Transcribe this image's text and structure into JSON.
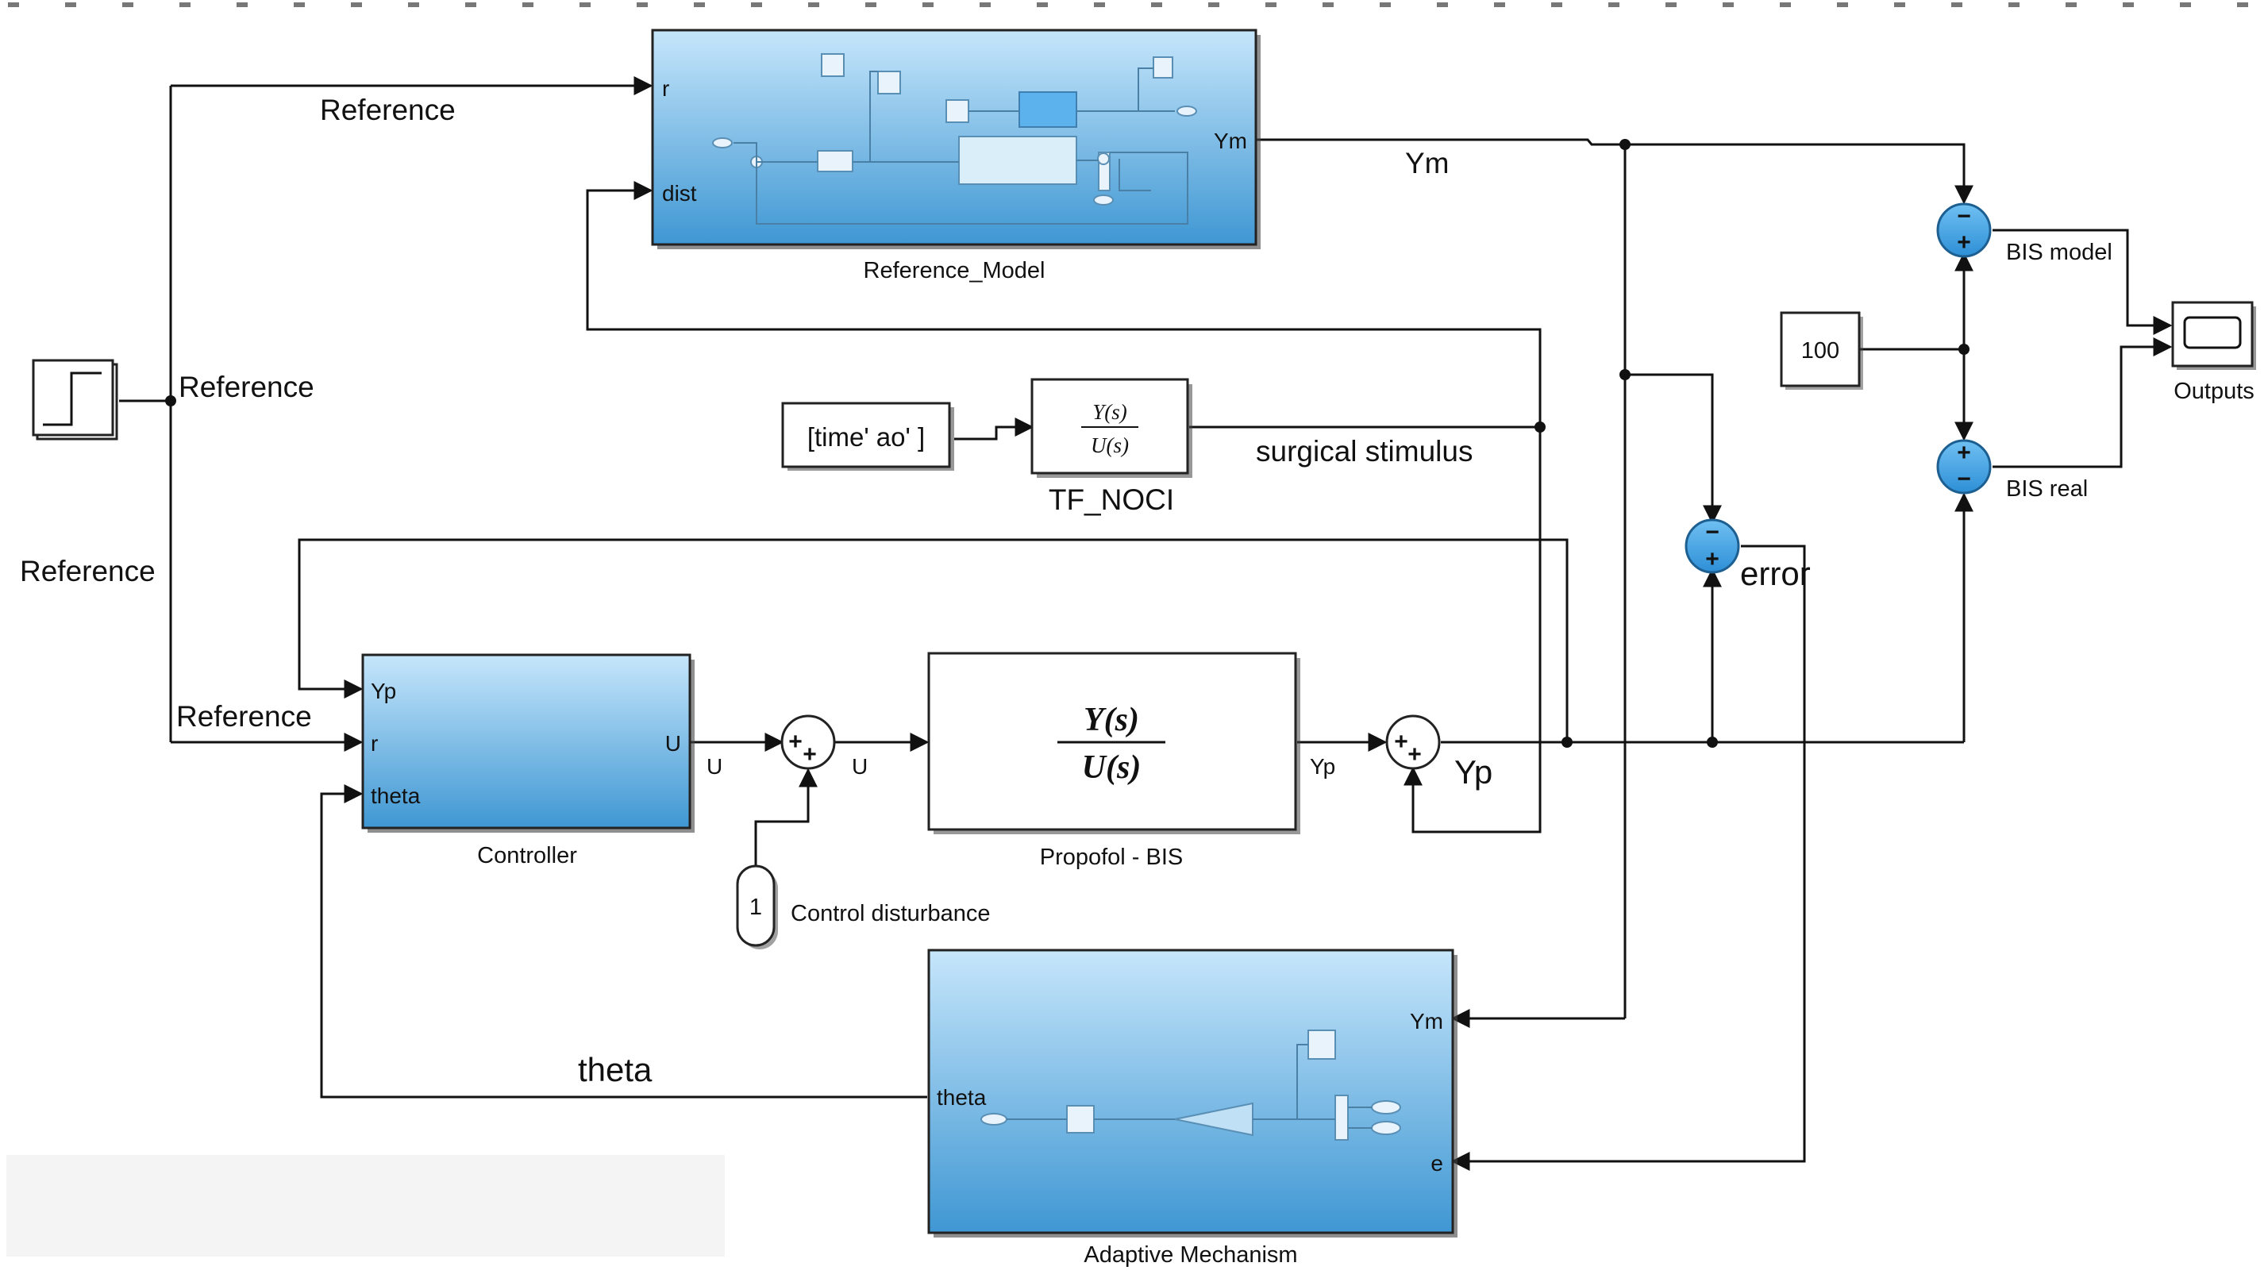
{
  "signals": {
    "reference_top": "Reference",
    "reference_step": "Reference",
    "reference_left": "Reference",
    "reference_ctrl": "Reference",
    "ym": "Ym",
    "surgical_stimulus": "surgical stimulus",
    "u_out": "U",
    "u_in": "U",
    "yp_small": "Yp",
    "yp_big": "Yp",
    "error": "error",
    "theta": "theta",
    "bis_model": "BIS model",
    "bis_real": "BIS real"
  },
  "blocks": {
    "reference_model": {
      "name": "Reference_Model",
      "port_r": "r",
      "port_dist": "dist",
      "port_ym": "Ym"
    },
    "controller": {
      "name": "Controller",
      "port_yp": "Yp",
      "port_r": "r",
      "port_theta": "theta",
      "port_u": "U"
    },
    "plant": {
      "name": "Propofol - BIS",
      "num": "Y(s)",
      "den": "U(s)"
    },
    "tf_noci": {
      "name": "TF_NOCI",
      "num": "Y(s)",
      "den": "U(s)"
    },
    "from_workspace": {
      "value": "[time' ao' ]"
    },
    "constant": {
      "value": "100"
    },
    "scope": {
      "name": "Outputs"
    },
    "inport": {
      "number": "1",
      "name": "Control disturbance"
    },
    "adaptive": {
      "name": "Adaptive Mechanism",
      "port_ym": "Ym",
      "port_e": "e",
      "port_theta": "theta"
    }
  },
  "colors": {
    "subsystem_top": "#c6e6fb",
    "subsystem_bottom": "#3f97d3",
    "sum_fill": "#4aa6e6",
    "wire": "#111111"
  }
}
